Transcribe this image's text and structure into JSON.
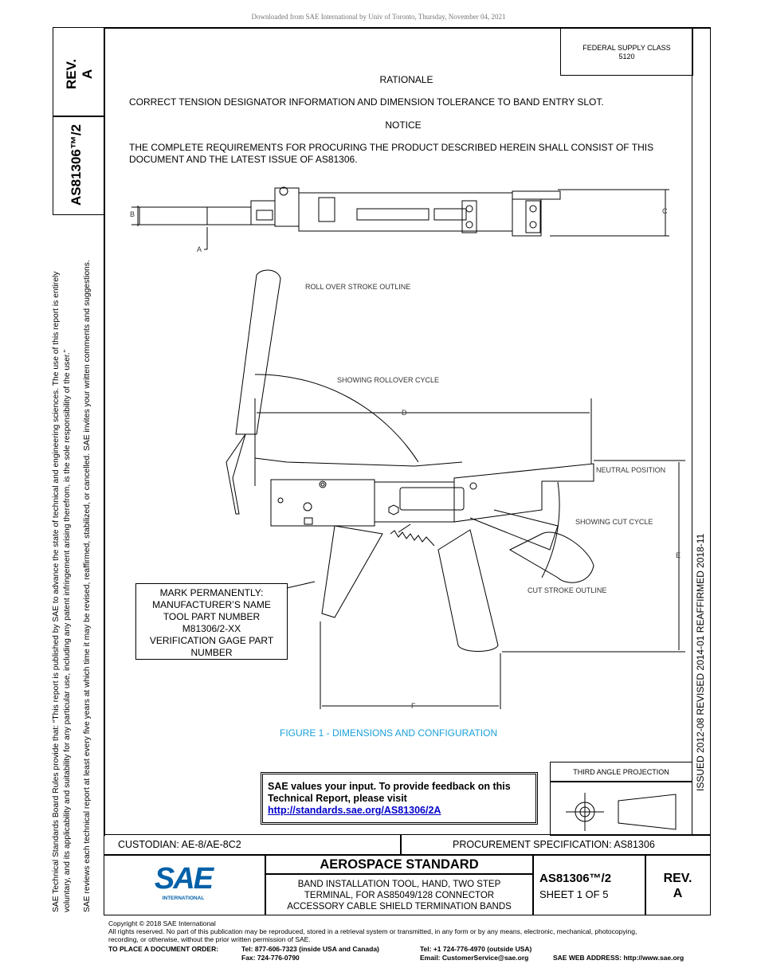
{
  "download_banner": "Downloaded from SAE International by Univ of Toronto, Thursday, November 04, 2021",
  "rev": {
    "label": "REV.",
    "value": "A"
  },
  "doc_number": "AS81306™/2",
  "federal_supply": {
    "line1": "FEDERAL SUPPLY CLASS",
    "line2": "5120"
  },
  "rationale": {
    "heading": "RATIONALE",
    "text": "CORRECT TENSION DESIGNATOR INFORMATION AND DIMENSION TOLERANCE TO BAND ENTRY SLOT."
  },
  "notice": {
    "heading": "NOTICE",
    "line1": "THE COMPLETE REQUIREMENTS FOR PROCURING THE PRODUCT DESCRIBED HEREIN SHALL CONSIST OF THIS",
    "line2": "DOCUMENT AND THE LATEST ISSUE OF AS81306."
  },
  "drawing_labels": {
    "roll_over": "ROLL OVER STROKE OUTLINE",
    "showing_rollover": "SHOWING ROLLOVER CYCLE",
    "neutral": "NEUTRAL POSITION",
    "showing_cut": "SHOWING CUT CYCLE",
    "cut_stroke": "CUT STROKE OUTLINE",
    "dim_a": "A",
    "dim_b": "B",
    "dim_c": "C",
    "dim_d": "D",
    "dim_e": "E",
    "dim_f": "F"
  },
  "mark_box": [
    "MARK PERMANENTLY:",
    "MANUFACTURER’S NAME",
    "TOOL PART NUMBER",
    "M81306/2-XX",
    "VERIFICATION GAGE PART",
    "NUMBER"
  ],
  "figure_caption": "FIGURE 1 - DIMENSIONS AND CONFIGURATION",
  "feedback": {
    "line1": "SAE values your input. To provide feedback on this",
    "line2": "Technical Report, please visit",
    "link": "http://standards.sae.org/AS81306/2A"
  },
  "third_angle": "THIRD ANGLE PROJECTION",
  "right_strip": "ISSUED 2012-08     REVISED 2014-01     REAFFIRMED 2018-11",
  "custodian": "CUSTODIAN: AE-8/AE-8C2",
  "procurement": "PROCUREMENT SPECIFICATION: AS81306",
  "standard_title": "AEROSPACE STANDARD",
  "tool_desc": [
    "BAND INSTALLATION TOOL, HAND, TWO STEP",
    "TERMINAL, FOR AS85049/128 CONNECTOR",
    "ACCESSORY CABLE SHIELD TERMINATION BANDS"
  ],
  "sheet": {
    "number": "AS81306™/2",
    "sheet": "SHEET 1 OF 5"
  },
  "logo": {
    "main": "SAE",
    "sub": "INTERNATIONAL"
  },
  "left_margin": {
    "line1": "SAE Technical Standards Board Rules provide that: “This report is published by SAE to advance the state of technical and engineering sciences. The use of this report is entirely",
    "line2": "voluntary, and its applicability and suitability for any particular use, including any patent infringement arising therefrom, is the sole responsibility of the user.”",
    "line3": "SAE reviews each technical report at least every five years at which time it may be revised, reaffirmed, stabilized, or cancelled. SAE invites your written comments and suggestions."
  },
  "footer": {
    "copyright": "Copyright © 2018 SAE International",
    "rights1": "All rights reserved. No part of this publication may be reproduced, stored in a retrieval system or transmitted, in any form or by any means, electronic, mechanical, photocopying,",
    "rights2": "recording, or otherwise, without the prior written permission of SAE.",
    "order_label": "TO PLACE A DOCUMENT ORDER:",
    "tel_us": "Tel: 877-606-7323 (inside USA and Canada)",
    "fax": "Fax: 724-776-0790",
    "tel_intl": "Tel: +1 724-776-4970 (outside USA)",
    "email": "Email: CustomerService@sae.org",
    "web": "SAE WEB ADDRESS: http://www.sae.org"
  },
  "colors": {
    "caption": "#1aa0d8",
    "link": "#0000cc",
    "logo": "#0060a8"
  }
}
